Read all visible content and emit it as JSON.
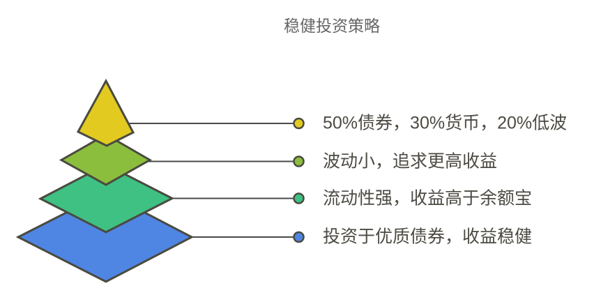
{
  "title": {
    "text": "稳健投资策略",
    "color": "#666666"
  },
  "diagram": {
    "type": "pyramid",
    "stroke_color": "#4a4a40",
    "connector_color": "#4a4a4a",
    "label_color": "#4c4a43",
    "levels": [
      {
        "id": "level-1-top",
        "shape": "kite",
        "color": "#e2ca20",
        "label": "50%债券，30%货币，20%低波"
      },
      {
        "id": "level-2",
        "shape": "diamond",
        "color": "#8cbe3d",
        "label": "波动小，追求更高收益"
      },
      {
        "id": "level-3",
        "shape": "diamond",
        "color": "#3ec183",
        "label": "流动性强，收益高于余额宝"
      },
      {
        "id": "level-4-bottom",
        "shape": "diamond",
        "color": "#4f86e3",
        "label": "投资于优质债券，收益稳健"
      }
    ]
  }
}
